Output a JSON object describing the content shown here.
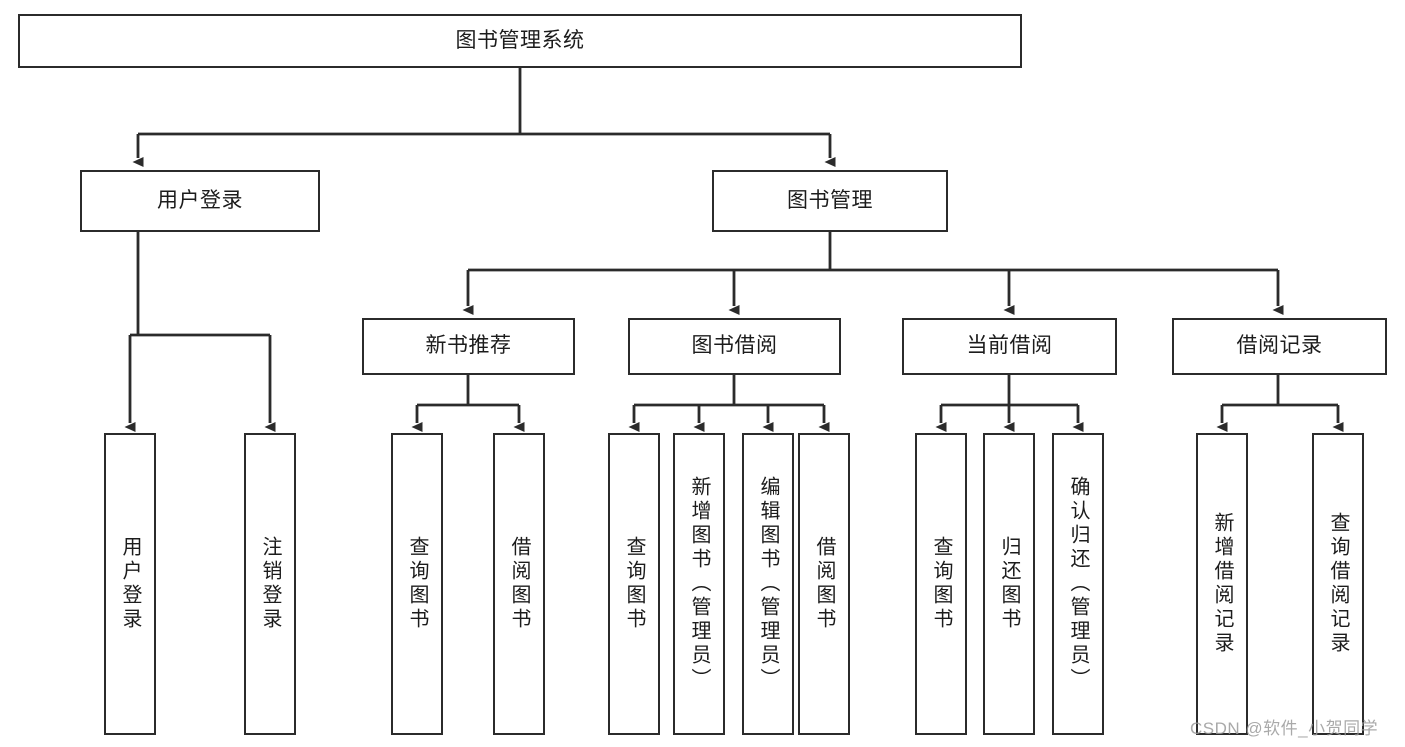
{
  "diagram": {
    "type": "tree-hierarchy-chart",
    "title": "图书管理系统",
    "colors": {
      "box_border": "#2b2b2b",
      "box_fill": "#ffffff",
      "connector": "#2b2b2b",
      "text": "#1c1c1c",
      "watermark": "#9b9b9b"
    },
    "levels": {
      "root": {
        "label": "图书管理系统"
      },
      "level2": [
        {
          "id": "user-login",
          "label": "用户登录"
        },
        {
          "id": "book-management",
          "label": "图书管理"
        }
      ],
      "level3": [
        {
          "id": "new-book-recommend",
          "label": "新书推荐"
        },
        {
          "id": "book-borrow",
          "label": "图书借阅"
        },
        {
          "id": "current-borrow",
          "label": "当前借阅"
        },
        {
          "id": "borrow-record",
          "label": "借阅记录"
        }
      ],
      "leaves": [
        {
          "id": "leaf-user-login",
          "label": "用户登录",
          "parent": "user-login"
        },
        {
          "id": "leaf-logout",
          "label": "注销登录",
          "parent": "user-login"
        },
        {
          "id": "leaf-query-book-1",
          "label": "查询图书",
          "parent": "new-book-recommend"
        },
        {
          "id": "leaf-borrow-book-1",
          "label": "借阅图书",
          "parent": "new-book-recommend"
        },
        {
          "id": "leaf-query-book-2",
          "label": "查询图书",
          "parent": "book-borrow"
        },
        {
          "id": "leaf-add-book",
          "label": "新增图书（管理员）",
          "parent": "book-borrow"
        },
        {
          "id": "leaf-edit-book",
          "label": "编辑图书（管理员）",
          "parent": "book-borrow"
        },
        {
          "id": "leaf-borrow-book-2",
          "label": "借阅图书",
          "parent": "book-borrow"
        },
        {
          "id": "leaf-query-book-3",
          "label": "查询图书",
          "parent": "current-borrow"
        },
        {
          "id": "leaf-return-book",
          "label": "归还图书",
          "parent": "current-borrow"
        },
        {
          "id": "leaf-confirm-return",
          "label": "确认归还（管理员）",
          "parent": "current-borrow"
        },
        {
          "id": "leaf-add-record",
          "label": "新增借阅记录",
          "parent": "borrow-record"
        },
        {
          "id": "leaf-query-record",
          "label": "查询借阅记录",
          "parent": "borrow-record"
        }
      ]
    }
  },
  "watermark": {
    "text": "CSDN @软件_小贺同学"
  }
}
